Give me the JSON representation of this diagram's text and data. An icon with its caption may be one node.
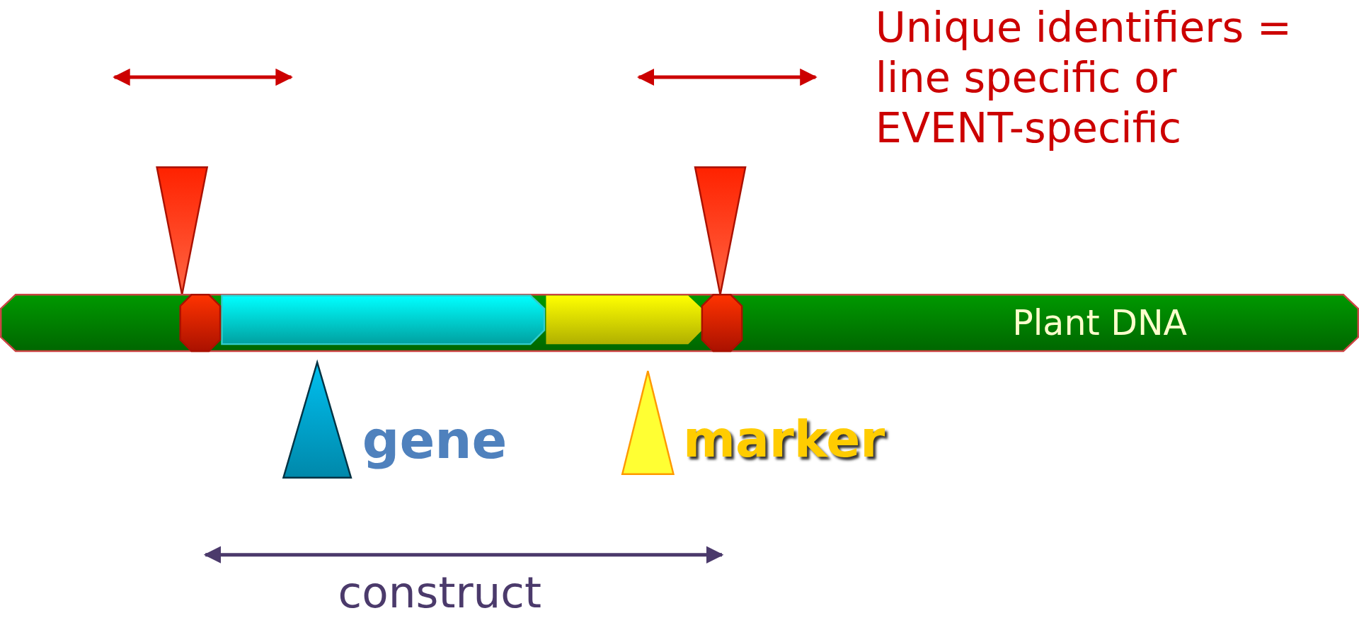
{
  "diagram": {
    "nodes": [
      {
        "text": [
          "Plant DNA"
        ]
      },
      {
        "text": [],
        "shape": "triangle"
      },
      {
        "text": [],
        "shape": "triangle"
      },
      {
        "text": [],
        "shape": "bar",
        "in": 0
      },
      {
        "text": [],
        "shape": "bar",
        "in": 0
      },
      {
        "text": [],
        "shape": "octagon",
        "in": 0
      },
      {
        "text": [],
        "shape": "octagon",
        "in": 0
      },
      {
        "text": [],
        "shape": "triangle"
      },
      {
        "text": [],
        "shape": "triangle"
      }
    ],
    "labels": [
      "Unique identifiers = line specific or EVENT-specific",
      "gene",
      "marker",
      "construct"
    ]
  }
}
